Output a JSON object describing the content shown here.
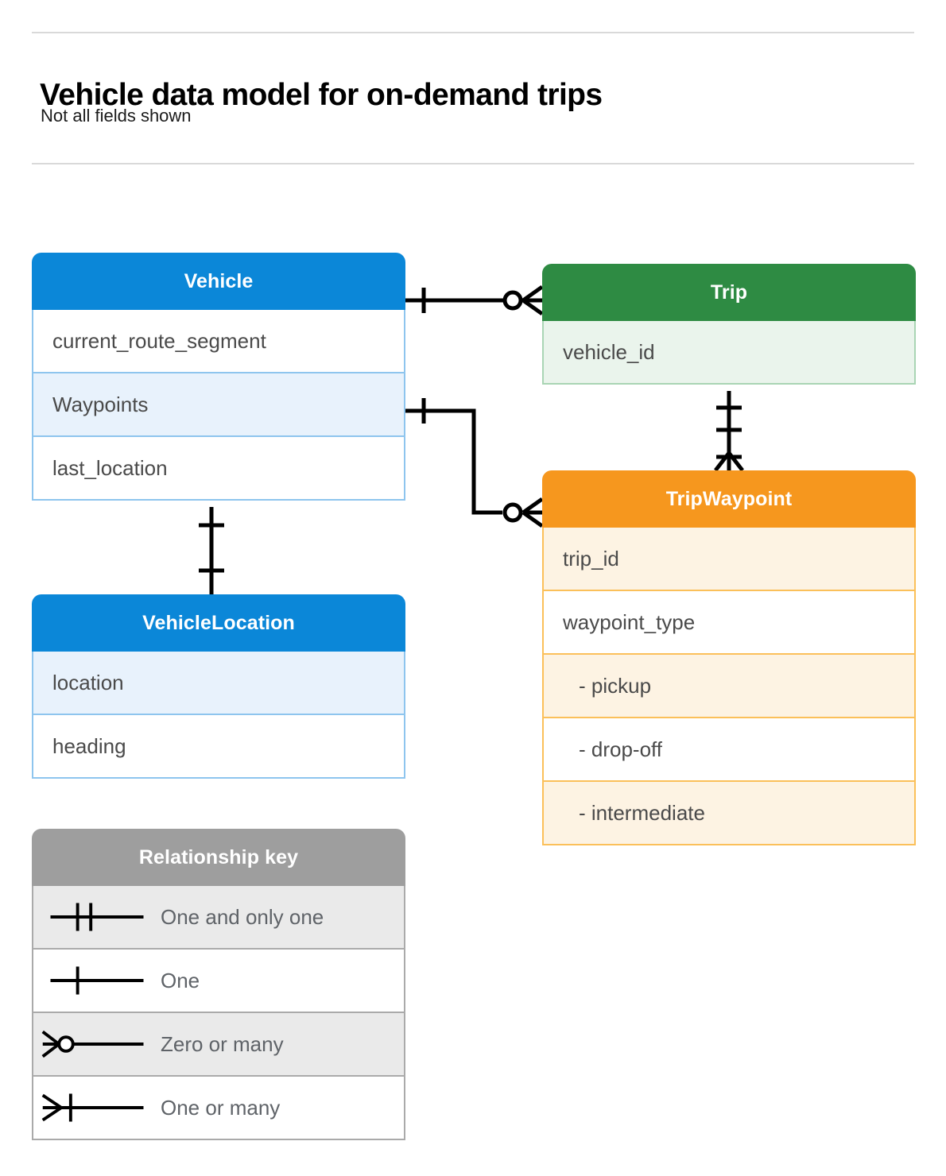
{
  "header": {
    "title": "Vehicle data model for on-demand trips",
    "subtitle": "Not all fields shown"
  },
  "entities": [
    {
      "id": "vehicle",
      "name": "Vehicle",
      "color": "#0b87d8",
      "fields": [
        "current_route_segment",
        "Waypoints",
        "last_location"
      ]
    },
    {
      "id": "vehiclelocation",
      "name": "VehicleLocation",
      "color": "#0b87d8",
      "fields": [
        "location",
        "heading"
      ]
    },
    {
      "id": "trip",
      "name": "Trip",
      "color": "#2e8b43",
      "fields": [
        "vehicle_id"
      ]
    },
    {
      "id": "tripwaypoint",
      "name": "TripWaypoint",
      "color": "#f6971e",
      "fields": [
        "trip_id",
        "waypoint_type",
        "- pickup",
        "- drop-off",
        "- intermediate"
      ]
    }
  ],
  "legend": {
    "title": "Relationship key",
    "items": [
      {
        "symbol": "one-and-only-one",
        "label": "One and only one"
      },
      {
        "symbol": "one",
        "label": "One"
      },
      {
        "symbol": "zero-or-many",
        "label": "Zero or many"
      },
      {
        "symbol": "one-or-many",
        "label": "One or many"
      }
    ]
  },
  "relationships": [
    {
      "from": "Vehicle",
      "to": "Trip",
      "from_cardinality": "One",
      "to_cardinality": "Zero or many"
    },
    {
      "from": "Vehicle.Waypoints",
      "to": "TripWaypoint",
      "from_cardinality": "One",
      "to_cardinality": "Zero or many"
    },
    {
      "from": "Vehicle",
      "to": "VehicleLocation",
      "from_cardinality": "One",
      "to_cardinality": "One"
    },
    {
      "from": "Trip",
      "to": "TripWaypoint",
      "from_cardinality": "One and only one",
      "to_cardinality": "One or many"
    }
  ]
}
